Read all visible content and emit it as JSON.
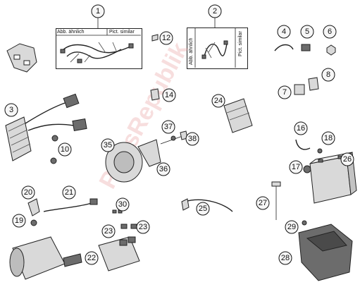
{
  "captions": {
    "box1_left": "Abb. ähnlich",
    "box1_right": "Pict. similar",
    "box2_left": "Abb. ähnlich",
    "box2_right": "Pict. similar"
  },
  "watermark": "PartsRepublik",
  "callouts": [
    "1",
    "2",
    "3",
    "4",
    "5",
    "6",
    "7",
    "8",
    "10",
    "12",
    "14",
    "16",
    "17",
    "18",
    "19",
    "20",
    "21",
    "22",
    "23",
    "23",
    "24",
    "25",
    "26",
    "27",
    "28",
    "29",
    "30",
    "35",
    "36",
    "37",
    "38"
  ]
}
